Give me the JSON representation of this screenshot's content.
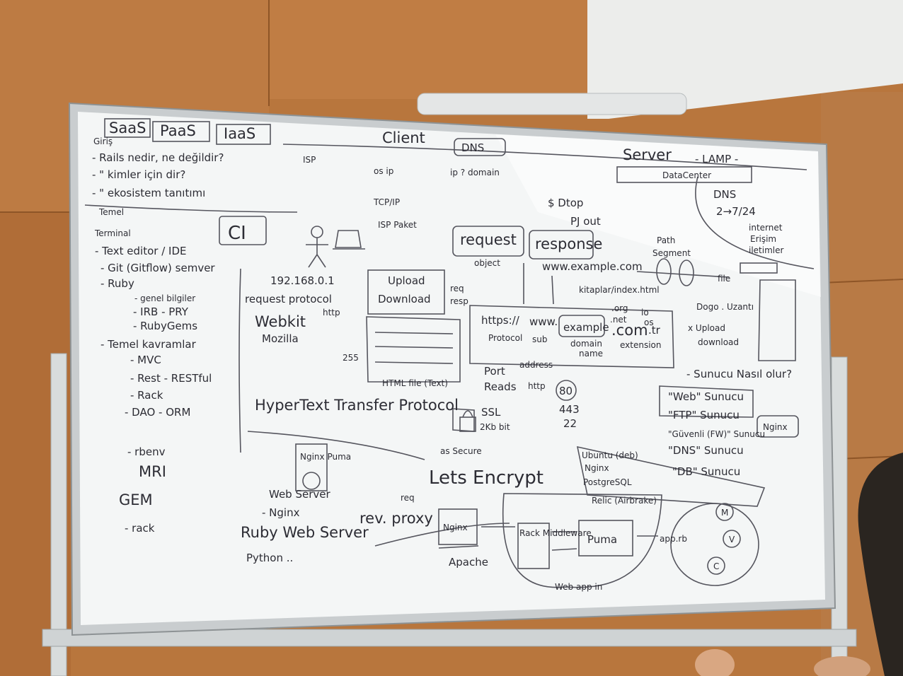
{
  "board": {
    "header": {
      "saas": "SaaS",
      "paas": "PaaS",
      "iaas": "IaaS",
      "client": "Client",
      "dns": "DNS",
      "server": "Server",
      "lamp": "- LAMP -"
    },
    "agenda": [
      "Giriş",
      "- Rails nedir, ne değildir?",
      "- \"   kimler için dir?",
      "- \"   ekosistem tanıtımı",
      "Temel",
      "Terminal",
      "- Text editor / IDE",
      "- Git (Gitflow) semver",
      "- Ruby",
      "- genel bilgiler",
      "- IRB - PRY",
      "- RubyGems",
      "- Temel kavramlar",
      "- MVC",
      "- Rest - RESTful",
      "- Rack",
      "- DAO - ORM",
      "- rbenv",
      "MRI",
      "GEM",
      "- rack"
    ],
    "middle": {
      "ci": "CI",
      "ip": "192.168.0.1",
      "request_protocol": "request protocol",
      "http": "http",
      "webkit": "Webkit",
      "mozilla": "Mozilla",
      "n255": "255",
      "upload": "Upload",
      "download": "Download",
      "req": "req",
      "resp": "resp",
      "tcpip": "TCP/IP",
      "isp_paket": "ISP Paket",
      "isp": "ISP",
      "hypertext": "HyperText Transfer Protocol",
      "html_file": "HTML file (Text)",
      "port": "Port",
      "reads": "Reads",
      "ssl": "SSL",
      "bit": "2Kb bit",
      "as_secure": "as Secure",
      "letsencrypt": "Lets Encrypt",
      "nginx_puma": "Nginx Puma",
      "web_server": "Web Server",
      "nginx": "- Nginx",
      "ruby_web_server": "Ruby Web Server",
      "python": "Python ..",
      "rev_proxy": "rev. proxy",
      "apache": "Apache",
      "req2": "req"
    },
    "right": {
      "request": "request",
      "response": "response",
      "object": "object",
      "dtop": "$ Dtop",
      "pj_out": "PJ out",
      "path": "Path",
      "segment": "Segment",
      "url": "www.example.com",
      "kitaplar": "kitaplar/index.html",
      "file": "file",
      "https": "https://",
      "www": "www.",
      "example": "example",
      "com": ".com",
      "tr": ".tr",
      "protocol": "Protocol",
      "sub": "sub",
      "domain": "domain",
      "name": "name",
      "extension": "extension",
      "org": ".org",
      "net": ".net",
      "io": "io",
      "os": "os",
      "address": "address",
      "n80": "80",
      "n443": "443",
      "n22": "22",
      "http80": "http",
      "datacenter": "DataCenter",
      "dns2": "DNS",
      "dns_numbers": "2→7/24",
      "internet": "internet",
      "erisim": "Erişim",
      "iletimler": "iletimler",
      "dogo_uzantı": "Dogo . Uzantı",
      "xupload": "x Upload",
      "download2": "download",
      "sunucu_nasil": "- Sunucu Nasıl olur?",
      "web_sunucu": "\"Web\" Sunucu",
      "ftp_sunucu": "\"FTP\" Sunucu",
      "gunlu_sunucu": "\"Güvenli (FW)\" Sunucu",
      "dns_sunucu": "\"DNS\" Sunucu",
      "db_sunucu": "\"DB\" Sunucu",
      "nginx_box": "Nginx",
      "ubuntu": "Ubuntu (deb)",
      "nginx2": "Nginx",
      "postgresql": "PostgreSQL",
      "relic": "Relic (Airbrake)",
      "rack_middleware": "Rack Middleware",
      "puma": "Puma",
      "app": "app.rb",
      "m": "M",
      "v": "V",
      "c": "C",
      "nginx3": "Nginx",
      "webapp": "Web app in",
      "domain_ip": "ip ? domain",
      "os_ip": "os ip"
    }
  }
}
